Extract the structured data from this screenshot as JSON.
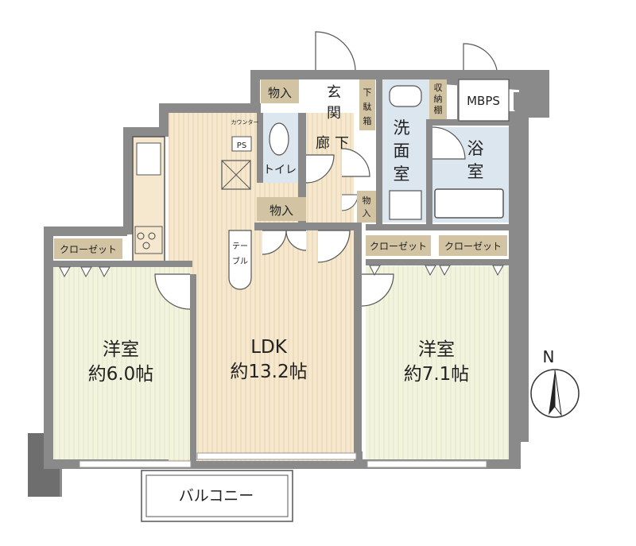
{
  "colors": {
    "wall": "#8a8a8a",
    "wall_dark": "#6e6e6e",
    "ldk_floor": "#f5e8cf",
    "bedroom_floor": "#f2f4df",
    "wet_floor": "#dce6ee",
    "label_box": "#d2c3a3",
    "white": "#ffffff"
  },
  "rooms": {
    "ldk_name": "LDK",
    "ldk_size": "約13.2帖",
    "west_bedroom_name": "洋室",
    "west_bedroom_size": "約6.0帖",
    "east_bedroom_name": "洋室",
    "east_bedroom_size": "約7.1帖",
    "balcony": "バルコニー",
    "entrance_1": "玄",
    "entrance_2": "関",
    "shoe_box_1": "下",
    "shoe_box_2": "駄",
    "shoe_box_3": "箱",
    "hallway_1": "廊",
    "hallway_2": "下",
    "toilet": "トイレ",
    "washroom_1": "洗",
    "washroom_2": "面",
    "washroom_3": "室",
    "bath_1": "浴",
    "bath_2": "室",
    "storage_shelf_1": "収",
    "storage_shelf_2": "納",
    "storage_shelf_3": "棚",
    "mbps": "MBPS",
    "counter": "カウンター",
    "ps": "PS",
    "table_1": "テー",
    "table_2": "ブル",
    "closet_top": "物入",
    "closet_mid": "物入",
    "closet_small_1": "物",
    "closet_small_2": "入",
    "closet_west": "クローゼット",
    "closet_east_1": "クローゼット",
    "closet_east_2": "クローゼット"
  },
  "compass": {
    "label": "N",
    "icon": "north-arrow-icon"
  }
}
